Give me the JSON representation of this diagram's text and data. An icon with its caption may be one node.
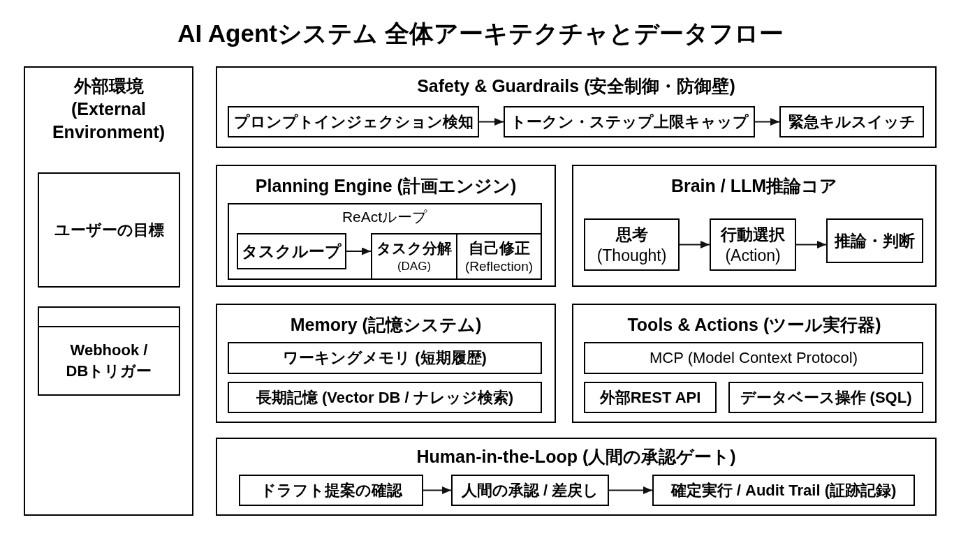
{
  "diagram": {
    "title": "AI Agentシステム 全体アーキテクチャとデータフロー",
    "nodes": [
      {
        "text": [
          "外部環境 (External Environment)"
        ]
      },
      {
        "text": [
          "ユーザーの目標"
        ],
        "in": 0
      },
      {
        "text": [
          "Webhook / DBトリガー"
        ],
        "in": 0
      },
      {
        "text": [
          "Safety & Guardrails (安全制御・防御壁)"
        ]
      },
      {
        "text": [
          "プロンプトインジェクション検知"
        ],
        "in": 3
      },
      {
        "text": [
          "トークン・ステップ上限キャップ"
        ],
        "in": 3
      },
      {
        "text": [
          "緊急キルスイッチ"
        ],
        "in": 3
      },
      {
        "text": [
          "Planning Engine (計画エンジン)"
        ]
      },
      {
        "text": [
          "ReActループ"
        ],
        "in": 7
      },
      {
        "text": [
          "タスクループ"
        ],
        "in": 8
      },
      {
        "text": [
          "タスク分解",
          "(DAG)"
        ],
        "in": 8
      },
      {
        "text": [
          "自己修正",
          "(Reflection)"
        ],
        "in": 8
      },
      {
        "text": [
          "Brain / LLM推論コア"
        ]
      },
      {
        "text": [
          "思考",
          "(Thought)"
        ],
        "in": 12
      },
      {
        "text": [
          "行動選択",
          "(Action)"
        ],
        "in": 12
      },
      {
        "text": [
          "推論・判断"
        ],
        "in": 12
      },
      {
        "text": [
          "Memory (記憶システム)"
        ]
      },
      {
        "text": [
          "ワーキングメモリ (短期履歴)"
        ],
        "in": 16
      },
      {
        "text": [
          "長期記憶 (Vector DB / ナレッジ検索)"
        ],
        "in": 16
      },
      {
        "text": [
          "Tools & Actions (ツール実行器)"
        ]
      },
      {
        "text": [
          "MCP (Model Context Protocol)"
        ],
        "in": 19
      },
      {
        "text": [
          "外部REST API"
        ],
        "in": 19
      },
      {
        "text": [
          "データベース操作 (SQL)"
        ],
        "in": 19
      },
      {
        "text": [
          "Human-in-the-Loop (人間の承認ゲート)"
        ]
      },
      {
        "text": [
          "ドラフト提案の確認"
        ],
        "in": 23
      },
      {
        "text": [
          "人間の承認 / 差戻し"
        ],
        "in": 23
      },
      {
        "text": [
          "確定実行 / Audit Trail (証跡記録)"
        ],
        "in": 23
      }
    ],
    "edges": [
      {
        "from": 4,
        "to": 5,
        "arrow": "to"
      },
      {
        "from": 5,
        "to": 6,
        "arrow": "to"
      },
      {
        "from": 9,
        "to": 10,
        "arrow": "to"
      },
      {
        "from": 13,
        "to": 14,
        "arrow": "to"
      },
      {
        "from": 14,
        "to": 15,
        "arrow": "to"
      },
      {
        "from": 24,
        "to": 25,
        "arrow": "to"
      },
      {
        "from": 25,
        "to": 26,
        "arrow": "to"
      }
    ]
  }
}
